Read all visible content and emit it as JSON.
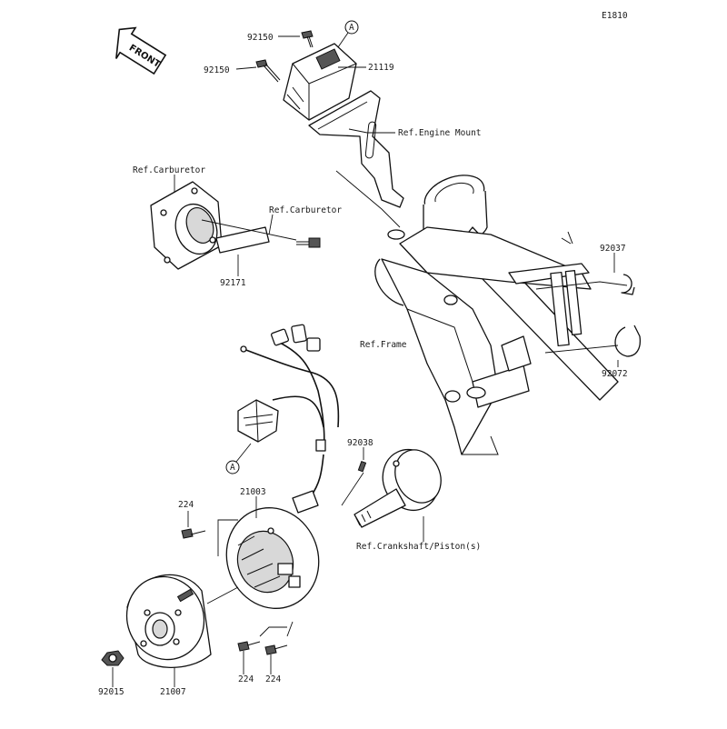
{
  "diagram_code": "E1810",
  "front_label": "FRONT",
  "connector_ref": "A",
  "parts": {
    "bolt_upper": "92150",
    "bolt_left": "92150",
    "cdi_unit": "21119",
    "engine_mount": "Ref.Engine Mount",
    "carb_ref_left": "Ref.Carburetor",
    "carb_ref_right": "Ref.Carburetor",
    "band": "92171",
    "clamp_upper": "92037",
    "clamp_lower": "92072",
    "frame": "Ref.Frame",
    "key": "92038",
    "stator_screw": "224",
    "stator": "21003",
    "crankshaft": "Ref.Crankshaft/Piston(s)",
    "nut": "92015",
    "flywheel": "21007",
    "screw_a": "224",
    "screw_b": "224"
  }
}
